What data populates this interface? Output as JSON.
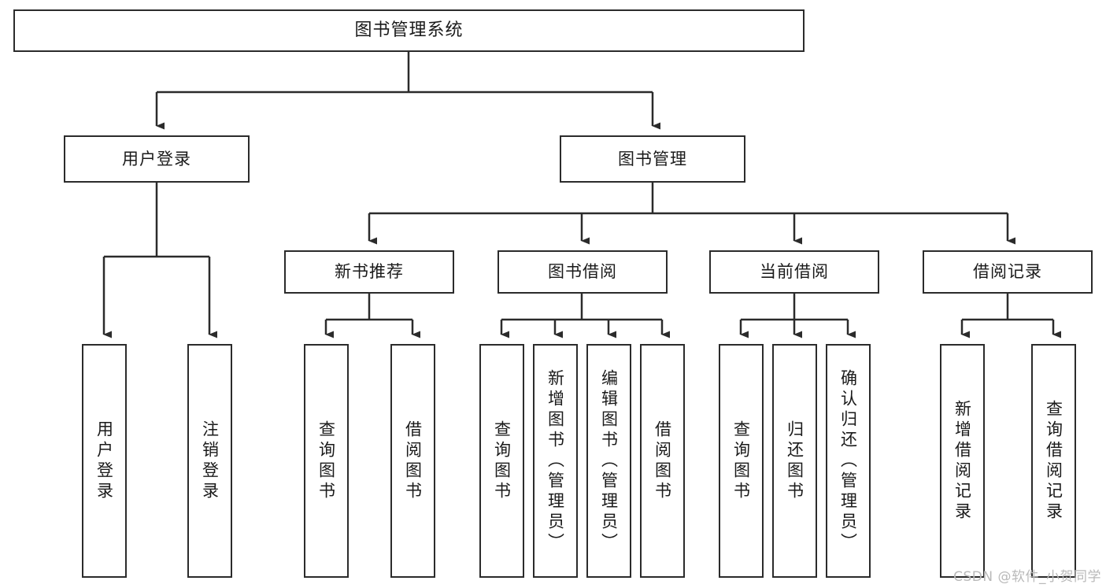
{
  "diagram": {
    "type": "tree-hierarchy",
    "title": "图书管理系统",
    "root": {
      "label": "图书管理系统"
    },
    "level2": [
      {
        "label": "用户登录"
      },
      {
        "label": "图书管理"
      }
    ],
    "level3": [
      {
        "label": "新书推荐"
      },
      {
        "label": "图书借阅"
      },
      {
        "label": "当前借阅"
      },
      {
        "label": "借阅记录"
      }
    ],
    "leaves": [
      {
        "label": "用户登录"
      },
      {
        "label": "注销登录"
      },
      {
        "label": "查询图书"
      },
      {
        "label": "借阅图书"
      },
      {
        "label": "查询图书"
      },
      {
        "label": "新增图书（管理员）"
      },
      {
        "label": "编辑图书（管理员）"
      },
      {
        "label": "借阅图书"
      },
      {
        "label": "查询图书"
      },
      {
        "label": "归还图书"
      },
      {
        "label": "确认归还（管理员）"
      },
      {
        "label": "新增借阅记录"
      },
      {
        "label": "查询借阅记录"
      }
    ],
    "watermark": "CSDN @软件_小贺同学",
    "colors": {
      "stroke": "#2b2b2b",
      "fill": "#ffffff",
      "text": "#1a1a1a",
      "watermark": "#b9b9b9"
    }
  }
}
